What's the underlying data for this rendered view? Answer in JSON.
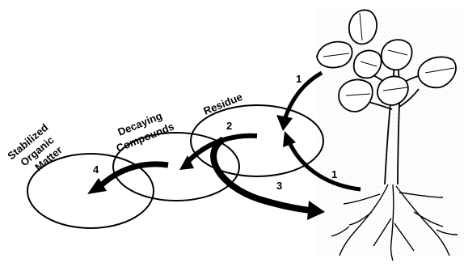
{
  "labels": {
    "residue": "Residue",
    "decaying_line1": "Decaying",
    "decaying_line2": "Compounds",
    "stabilized_line1": "Stabilized",
    "stabilized_line2": "Organic",
    "stabilized_line3": "Matter"
  },
  "arrow_numbers": {
    "plant_to_residue": "1",
    "root_to_residue": "1",
    "residue_to_decaying": "2",
    "residue_to_roots": "3",
    "decaying_to_stabilized": "4"
  },
  "colors": {
    "ink": "#000000",
    "background": "#ffffff",
    "soil_stipple": "#d9d9d9"
  }
}
